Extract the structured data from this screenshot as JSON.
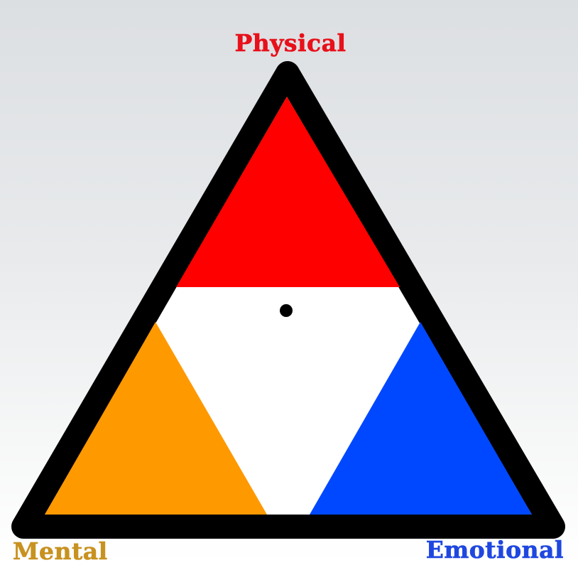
{
  "labels": {
    "top": "Physical",
    "left": "Mental",
    "right": "Emotional"
  },
  "colors": {
    "physical": "#ff0000",
    "mental": "#ff9900",
    "emotional": "#0048ff",
    "center": "#ffffff",
    "outline": "#000000",
    "marker": "#000000",
    "physical_text": "#e8101a",
    "mental_text": "#c89220",
    "emotional_text": "#1f47e0"
  }
}
